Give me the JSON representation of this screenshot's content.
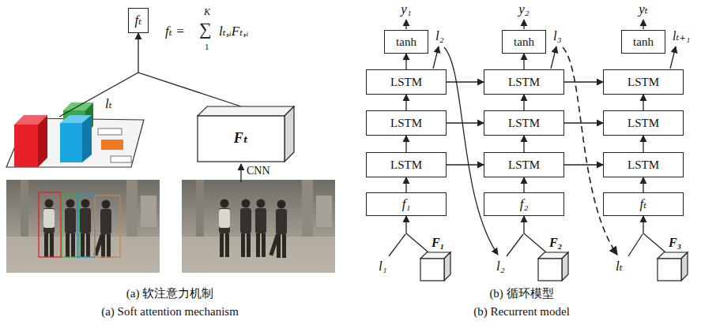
{
  "diagram": {
    "nodes": [
      {
        "text": [
          "fₜ"
        ]
      },
      {
        "text": [
          "tanh"
        ]
      },
      {
        "text": [
          "tanh"
        ]
      },
      {
        "text": [
          "tanh"
        ]
      },
      {
        "text": [
          "LSTM"
        ]
      },
      {
        "text": [
          "LSTM"
        ]
      },
      {
        "text": [
          "LSTM"
        ]
      },
      {
        "text": [
          "LSTM"
        ]
      },
      {
        "text": [
          "LSTM"
        ]
      },
      {
        "text": [
          "LSTM"
        ]
      },
      {
        "text": [
          "LSTM"
        ]
      },
      {
        "text": [
          "LSTM"
        ]
      },
      {
        "text": [
          "LSTM"
        ]
      },
      {
        "text": [
          "Fₜ"
        ]
      },
      {
        "text": [
          "f₁"
        ]
      },
      {
        "text": [
          "f₂"
        ]
      },
      {
        "text": [
          "fₜ"
        ]
      },
      {
        "text": [
          "F₁"
        ]
      },
      {
        "text": [
          "F₂"
        ]
      },
      {
        "text": [
          "F₃"
        ]
      }
    ],
    "edges": [
      {
        "from": 13,
        "to": 0,
        "arrow": "to"
      },
      {
        "from": 14,
        "to": 10,
        "arrow": "to"
      },
      {
        "from": 10,
        "to": 7,
        "arrow": "to"
      },
      {
        "from": 7,
        "to": 4,
        "arrow": "to"
      },
      {
        "from": 4,
        "to": 1,
        "arrow": "to"
      },
      {
        "from": 15,
        "to": 11,
        "arrow": "to"
      },
      {
        "from": 11,
        "to": 8,
        "arrow": "to"
      },
      {
        "from": 8,
        "to": 5,
        "arrow": "to"
      },
      {
        "from": 5,
        "to": 2,
        "arrow": "to"
      },
      {
        "from": 16,
        "to": 12,
        "arrow": "to"
      },
      {
        "from": 12,
        "to": 9,
        "arrow": "to"
      },
      {
        "from": 9,
        "to": 6,
        "arrow": "to"
      },
      {
        "from": 3,
        "to": 3,
        "arrow": "none"
      },
      {
        "from": 4,
        "to": 5,
        "arrow": "to"
      },
      {
        "from": 5,
        "to": 6,
        "arrow": "to"
      },
      {
        "from": 7,
        "to": 8,
        "arrow": "to"
      },
      {
        "from": 8,
        "to": 9,
        "arrow": "to"
      },
      {
        "from": 10,
        "to": 11,
        "arrow": "to"
      },
      {
        "from": 11,
        "to": 12,
        "arrow": "to"
      },
      {
        "from": 17,
        "to": 14,
        "arrow": "to"
      },
      {
        "from": 18,
        "to": 15,
        "arrow": "to"
      },
      {
        "from": 19,
        "to": 16,
        "arrow": "to"
      }
    ],
    "labels": [
      "fₜ =",
      "K",
      "∑",
      "1",
      "lₜ,ᵢFₜ,ᵢ",
      "lₜ",
      "CNN",
      "(a) 软注意力机制",
      "(a) Soft attention mechanism",
      "y₁",
      "y₂",
      "yₜ",
      "l₂",
      "l₃",
      "lₜ₊₁",
      "l₁",
      "l₂",
      "lₜ",
      "(b) 循环模型",
      "(b) Recurrent model"
    ]
  }
}
